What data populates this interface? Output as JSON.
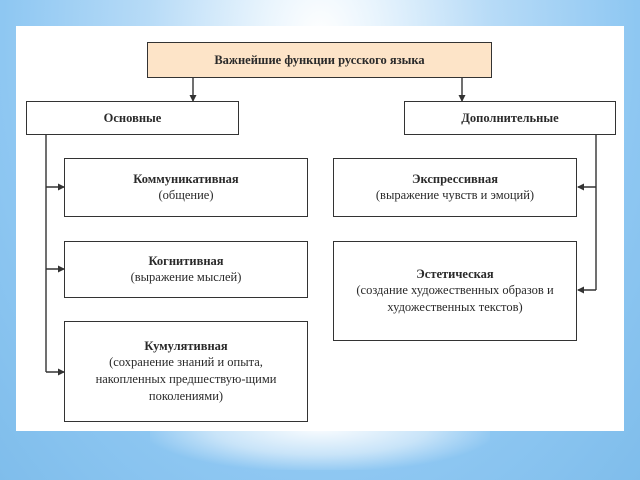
{
  "diagram": {
    "root": "Важнейшие функции русского языка",
    "branches": {
      "main": {
        "label": "Основные",
        "items": [
          {
            "title": "Коммуникативная",
            "desc": "(общение)"
          },
          {
            "title": "Когнитивная",
            "desc": "(выражение мыслей)"
          },
          {
            "title": "Кумулятивная",
            "desc": "(сохранение знаний и опыта, накопленных предшествую-щими поколениями)"
          }
        ]
      },
      "additional": {
        "label": "Дополнительные",
        "items": [
          {
            "title": "Экспрессивная",
            "desc": "(выражение чувств и эмоций)"
          },
          {
            "title": "Эстетическая",
            "desc": "(создание художественных образов и художественных текстов)"
          }
        ]
      }
    }
  },
  "colors": {
    "root_fill": "#fde4c8",
    "border": "#333333",
    "background": "#8ec7f2"
  }
}
